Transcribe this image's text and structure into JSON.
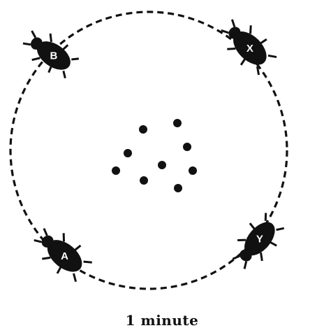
{
  "caption": "1 minute",
  "colors": {
    "ink": "#111111",
    "background": "#ffffff",
    "label": "#ffffff"
  },
  "arena": {
    "outline": "dashed circle"
  },
  "beetles": [
    {
      "id": "beetle-b",
      "label": "B"
    },
    {
      "id": "beetle-x",
      "label": "X"
    },
    {
      "id": "beetle-a",
      "label": "A"
    },
    {
      "id": "beetle-y",
      "label": "Y"
    }
  ],
  "dot_count": 9
}
